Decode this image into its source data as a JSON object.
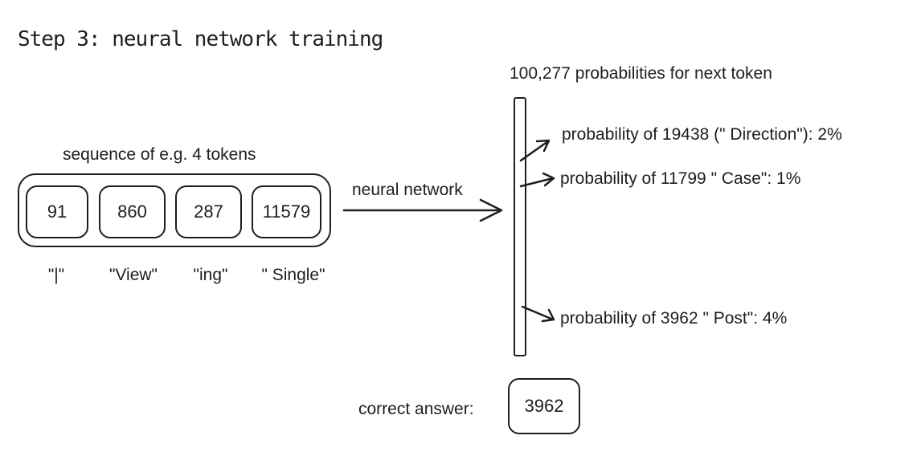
{
  "title": "Step 3: neural network training",
  "sequence_caption": "sequence of e.g. 4 tokens",
  "tokens": [
    {
      "id": "91",
      "text": "\"|\""
    },
    {
      "id": "860",
      "text": "\"View\""
    },
    {
      "id": "287",
      "text": "\"ing\""
    },
    {
      "id": "11579",
      "text": "\" Single\""
    }
  ],
  "network_label": "neural network",
  "probabilities_caption": "100,277 probabilities for next token",
  "probabilities": [
    "probability of 19438 (\" Direction\"): 2%",
    "probability of 11799 \" Case\": 1%",
    "probability of 3962 \" Post\": 4%"
  ],
  "correct_answer_label": "correct answer:",
  "correct_answer_value": "3962"
}
